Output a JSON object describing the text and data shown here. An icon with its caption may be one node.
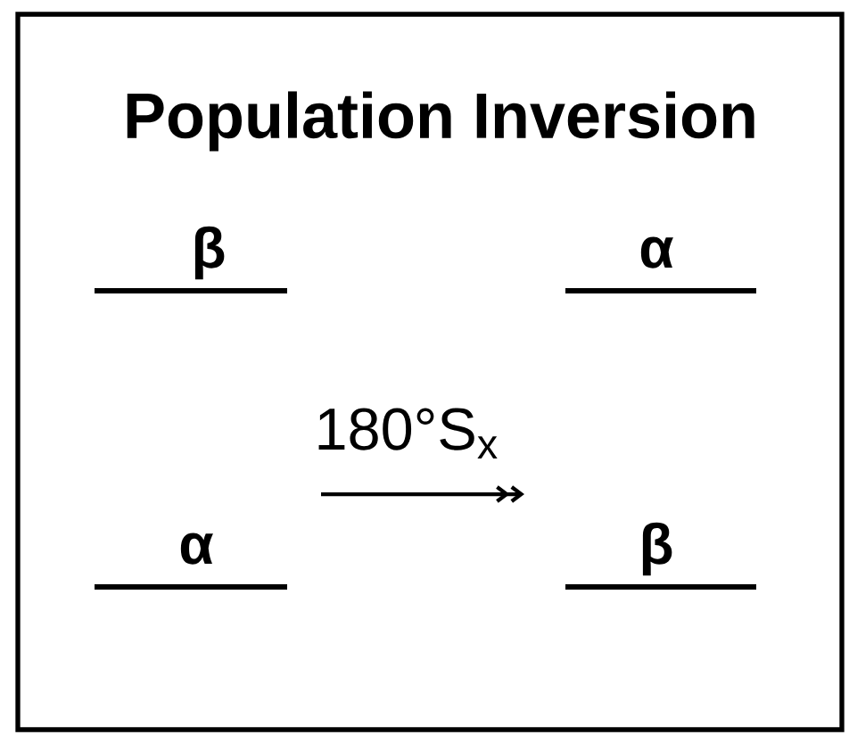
{
  "diagram": {
    "title": "Population Inversion",
    "labels": [
      "β",
      "α",
      "180°S$_{x}$",
      "α",
      "β"
    ]
  }
}
